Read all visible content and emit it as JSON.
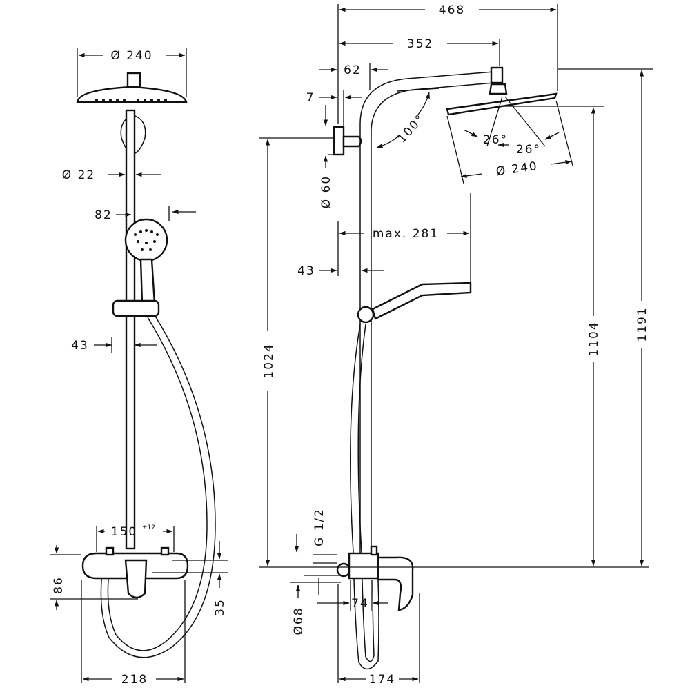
{
  "front_view": {
    "head_diameter": "Ø 240",
    "pipe_diameter": "Ø 22",
    "hand_shower_offset": "82",
    "rail_offset": "43",
    "connection_spacing": "150",
    "connection_tolerance": "±12",
    "mixer_height": "86",
    "mixer_offset": "35",
    "mixer_width": "218"
  },
  "side_view": {
    "overall_projection": "468",
    "arm_projection": "352",
    "arm_offset": "62",
    "wall_gap": "7",
    "wall_flange_diameter": "Ø 60",
    "head_angle": "100°",
    "spray_angle_left": "26°",
    "spray_angle_right": "26°",
    "head_diameter": "Ø 240",
    "max_reach": "max. 281",
    "rail_offset": "43",
    "bracket_height": "1024",
    "head_height": "1104",
    "overall_height": "1191",
    "thread": "G 1/2",
    "escutcheon_diameter": "Ø68",
    "inlet_width": "74",
    "mixer_depth": "174"
  }
}
